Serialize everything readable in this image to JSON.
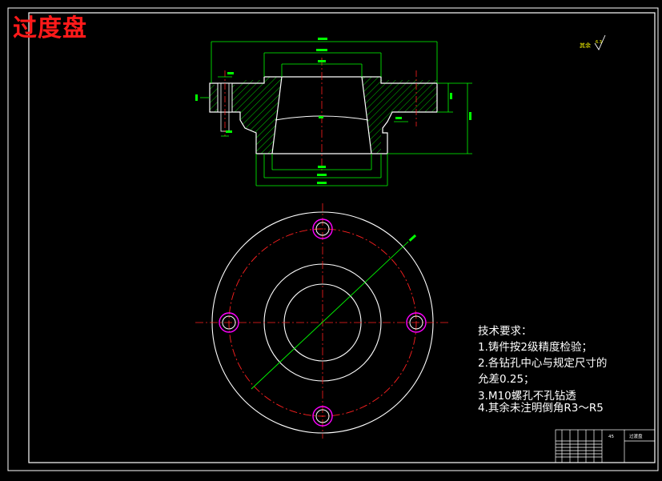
{
  "drawing": {
    "title": "过度盘",
    "roughness_note": "其余",
    "roughness_value": "6.3"
  },
  "technical_requirements": {
    "heading": "技术要求：",
    "items": [
      "1.铸件按2级精度检验；",
      "2.各钻孔中心与规定尺寸的",
      "允差0.25；",
      "3.M10螺孔不孔钻透",
      "4.其余未注明倒角R3～R5"
    ]
  },
  "title_block": {
    "part_name": "过渡盘",
    "material": "45"
  },
  "colors": {
    "background": "#000000",
    "outline": "#ffffff",
    "dimension": "#00ff00",
    "centerline": "#ff2020",
    "hatch": "#00ff00",
    "hole_ring": "#ff00ff",
    "title": "#ff1a1a",
    "roughness": "#ffff00"
  }
}
